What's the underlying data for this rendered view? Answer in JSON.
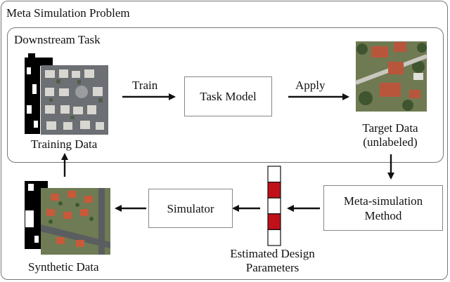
{
  "outer_title": "Meta Simulation Problem",
  "inner_title": "Downstream Task",
  "labels": {
    "train": "Train",
    "apply": "Apply",
    "training_data": "Training Data",
    "target_data_line1": "Target Data",
    "target_data_line2": "(unlabeled)",
    "synthetic_data": "Synthetic Data",
    "estimated_line1": "Estimated Design",
    "estimated_line2": "Parameters"
  },
  "boxes": {
    "task_model": "Task Model",
    "simulator": "Simulator",
    "meta_line1": "Meta-simulation",
    "meta_line2": "Method"
  },
  "parameter_cells": [
    {
      "filled": false
    },
    {
      "filled": true
    },
    {
      "filled": false
    },
    {
      "filled": true
    },
    {
      "filled": false
    }
  ],
  "colors": {
    "frame": "#777777",
    "arrow": "#111111",
    "param_fill": "#c0101a"
  }
}
